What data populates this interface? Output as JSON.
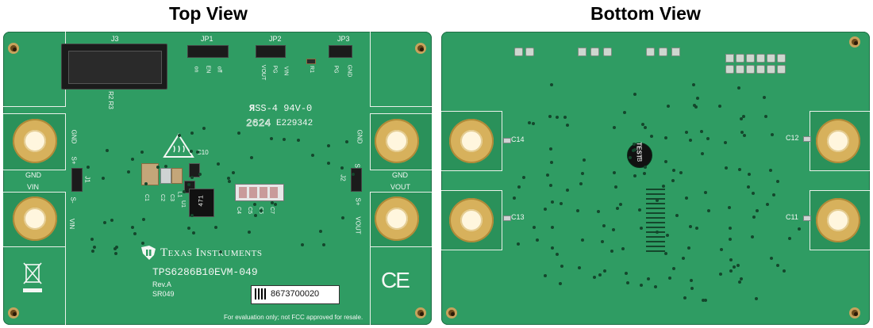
{
  "titles": {
    "top": "Top View",
    "bottom": "Bottom View"
  },
  "top_board": {
    "connector": "J3",
    "jumpers": {
      "jp1": "JP1",
      "jp2": "JP2",
      "jp3": "JP3"
    },
    "jp1_pins": [
      "on",
      "EN",
      "off"
    ],
    "jp2_pins": [
      "VOUT",
      "PG",
      "VIN"
    ],
    "jp3_pins": [
      "PG",
      "GND"
    ],
    "r1": "R1",
    "r2r3": [
      "R2",
      "R3"
    ],
    "ul_mark": "SS-4  94V-0",
    "date_code": "2624",
    "ul_file": "E229342",
    "left_terminals": {
      "gnd": "GND",
      "vin": "VIN"
    },
    "right_terminals": {
      "gnd": "GND",
      "vout": "VOUT"
    },
    "left_sense": {
      "s_plus": "S+",
      "s_minus": "S-",
      "j": "J1",
      "gnd": "GND",
      "vin": "VIN"
    },
    "right_sense": {
      "s_plus": "S+",
      "s_minus": "S-",
      "j": "J2",
      "gnd": "GND",
      "vout": "VOUT"
    },
    "components": {
      "c10": "C10",
      "c1": "C1",
      "c2": "C2",
      "c3": "C3",
      "l1": "L1",
      "u1": "U1",
      "c4": "C4",
      "c5": "C5",
      "c6": "C6",
      "c7": "C7"
    },
    "ic_marking": "471",
    "brand": "Texas Instruments",
    "board_name": "TPS6286B10EVM-049",
    "rev": "Rev.A",
    "sr": "SR049",
    "serial": "8673700020",
    "footer": "For evaluation only; not FCC approved for resale.",
    "ce": "CE"
  },
  "bottom_board": {
    "test_mark": "TEST",
    "test_sub": "B",
    "caps": {
      "c14": "C14",
      "c13": "C13",
      "c12": "C12",
      "c11": "C11"
    }
  }
}
